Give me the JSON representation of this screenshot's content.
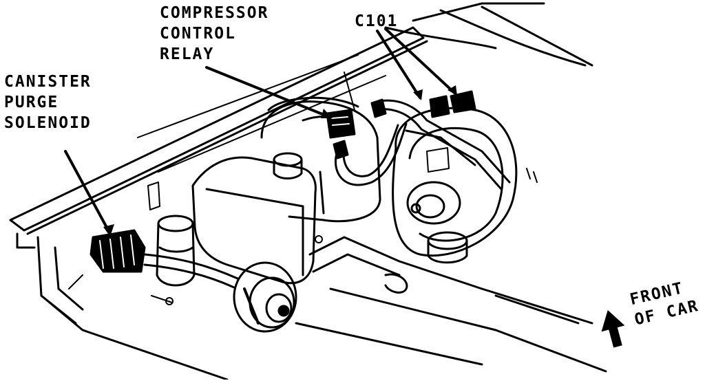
{
  "labels": {
    "canister_purge_solenoid": [
      "CANISTER",
      "PURGE",
      "SOLENOID"
    ],
    "compressor_control_relay": [
      "COMPRESSOR",
      "CONTROL",
      "RELAY"
    ],
    "c101": "C101",
    "front_of_car": [
      "FRONT",
      "OF CAR"
    ]
  },
  "colors": {
    "ink": "#000000",
    "paper": "#ffffff"
  }
}
